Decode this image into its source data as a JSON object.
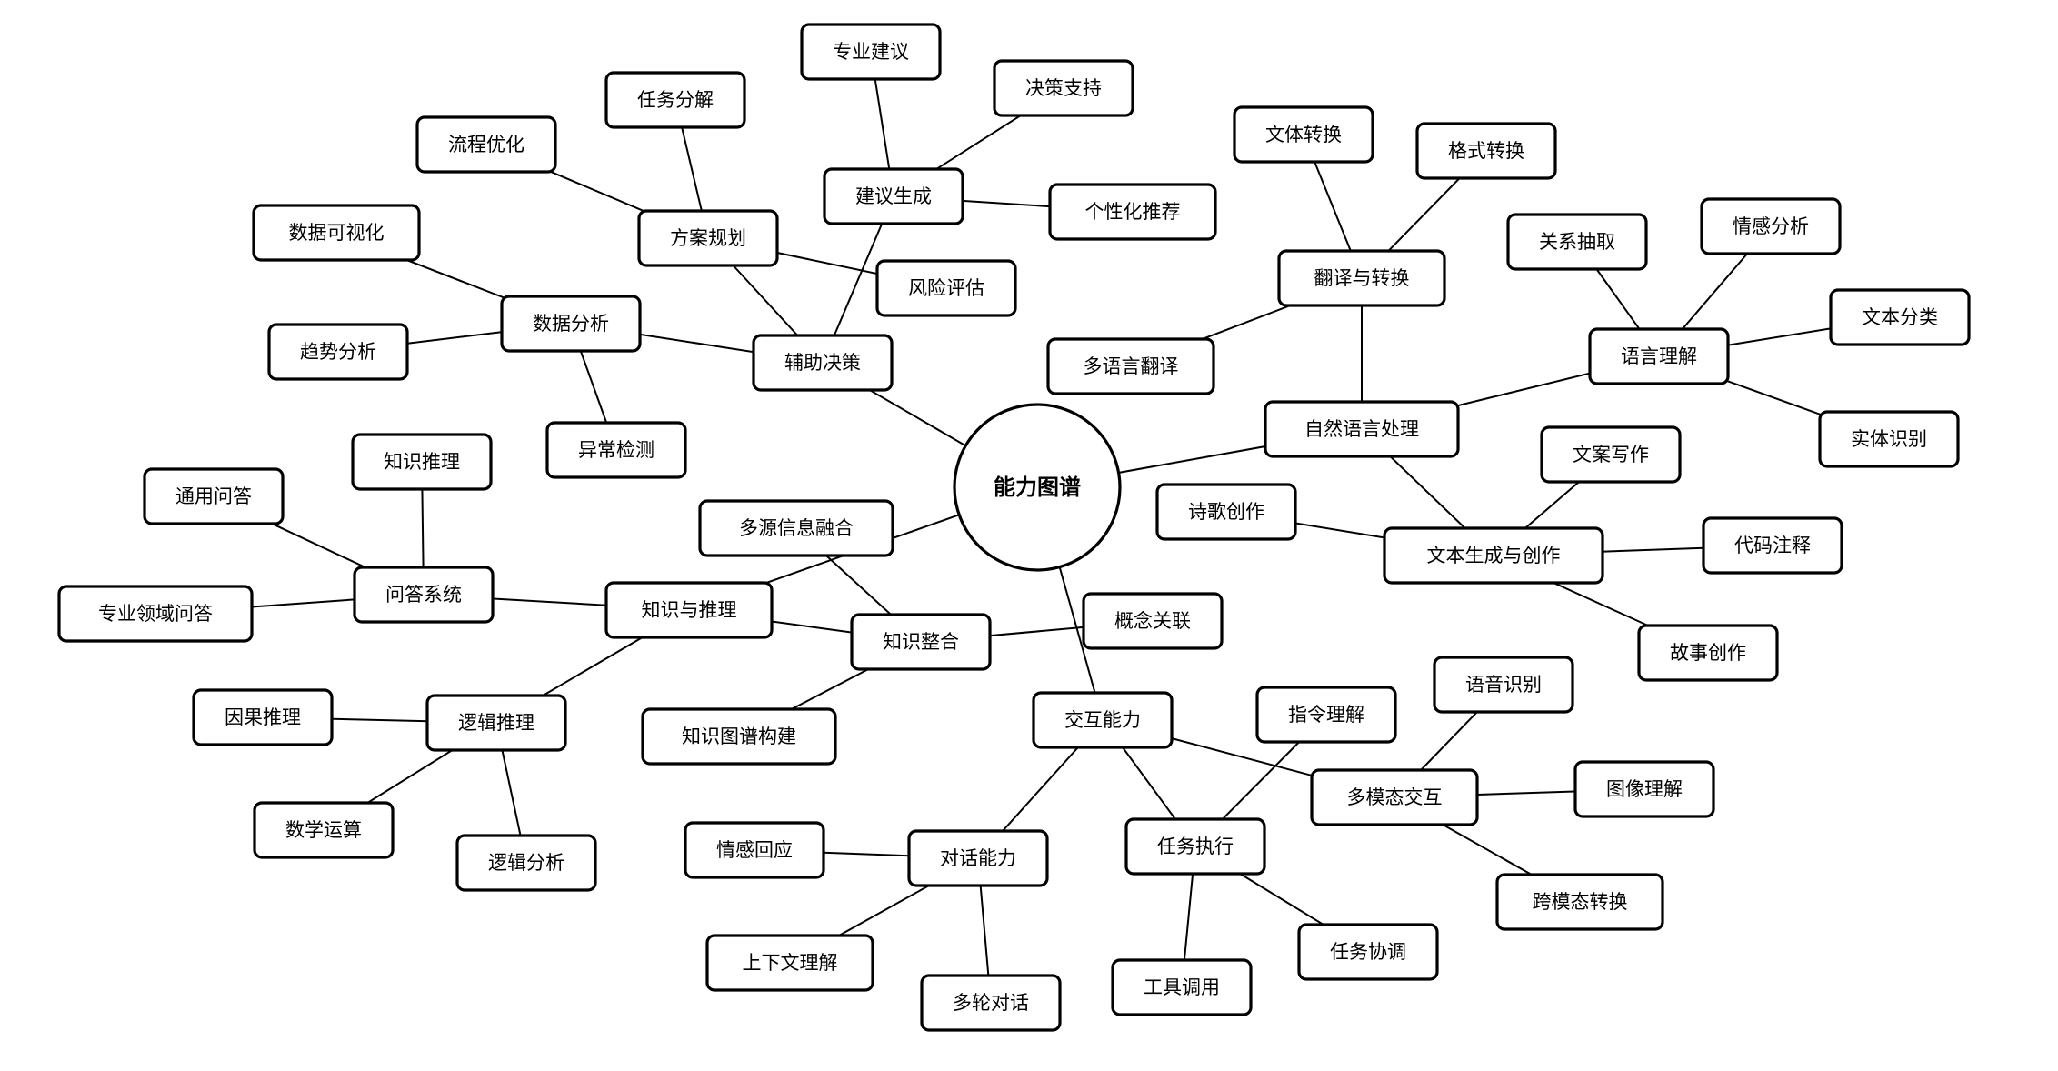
{
  "diagram": {
    "root": "能力图谱",
    "nodes": {
      "root": "能力图谱",
      "nlp": "自然语言处理",
      "lang_understand": "语言理解",
      "relation_extract": "关系抽取",
      "sentiment": "情感分析",
      "text_classify": "文本分类",
      "entity_recognize": "实体识别",
      "translate": "翻译与转换",
      "doc_convert": "文体转换",
      "format_convert": "格式转换",
      "multi_translate": "多语言翻译",
      "text_gen": "文本生成与创作",
      "copywriting": "文案写作",
      "poetry": "诗歌创作",
      "code_comment": "代码注释",
      "story": "故事创作",
      "decision": "辅助决策",
      "suggestion": "建议生成",
      "pro_advice": "专业建议",
      "decision_support": "决策支持",
      "personal_rec": "个性化推荐",
      "risk": "风险评估",
      "planning": "方案规划",
      "task_decomp": "任务分解",
      "process_opt": "流程优化",
      "data_analysis": "数据分析",
      "data_vis": "数据可视化",
      "trend": "趋势分析",
      "anomaly": "异常检测",
      "knowledge": "知识与推理",
      "qa": "问答系统",
      "general_qa": "通用问答",
      "knowledge_reason": "知识推理",
      "domain_qa": "专业领域问答",
      "logic": "逻辑推理",
      "causal": "因果推理",
      "math": "数学运算",
      "logic_analysis": "逻辑分析",
      "integration": "知识整合",
      "multi_source": "多源信息融合",
      "concept": "概念关联",
      "kg_build": "知识图谱构建",
      "interaction": "交互能力",
      "dialogue": "对话能力",
      "emotion_resp": "情感回应",
      "context": "上下文理解",
      "multi_turn": "多轮对话",
      "task_exec": "任务执行",
      "instruction": "指令理解",
      "tool_use": "工具调用",
      "task_coord": "任务协调",
      "multimodal": "多模态交互",
      "speech": "语音识别",
      "image": "图像理解",
      "cross_modal": "跨模态转换"
    },
    "edges": [
      [
        "root",
        "nlp"
      ],
      [
        "root",
        "decision"
      ],
      [
        "root",
        "knowledge"
      ],
      [
        "root",
        "interaction"
      ],
      [
        "nlp",
        "lang_understand"
      ],
      [
        "nlp",
        "translate"
      ],
      [
        "nlp",
        "text_gen"
      ],
      [
        "lang_understand",
        "relation_extract"
      ],
      [
        "lang_understand",
        "sentiment"
      ],
      [
        "lang_understand",
        "text_classify"
      ],
      [
        "lang_understand",
        "entity_recognize"
      ],
      [
        "translate",
        "doc_convert"
      ],
      [
        "translate",
        "format_convert"
      ],
      [
        "translate",
        "multi_translate"
      ],
      [
        "text_gen",
        "copywriting"
      ],
      [
        "text_gen",
        "poetry"
      ],
      [
        "text_gen",
        "code_comment"
      ],
      [
        "text_gen",
        "story"
      ],
      [
        "decision",
        "suggestion"
      ],
      [
        "decision",
        "planning"
      ],
      [
        "decision",
        "data_analysis"
      ],
      [
        "suggestion",
        "pro_advice"
      ],
      [
        "suggestion",
        "decision_support"
      ],
      [
        "suggestion",
        "personal_rec"
      ],
      [
        "planning",
        "task_decomp"
      ],
      [
        "planning",
        "process_opt"
      ],
      [
        "planning",
        "risk"
      ],
      [
        "data_analysis",
        "data_vis"
      ],
      [
        "data_analysis",
        "trend"
      ],
      [
        "data_analysis",
        "anomaly"
      ],
      [
        "knowledge",
        "qa"
      ],
      [
        "knowledge",
        "logic"
      ],
      [
        "knowledge",
        "integration"
      ],
      [
        "qa",
        "general_qa"
      ],
      [
        "qa",
        "knowledge_reason"
      ],
      [
        "qa",
        "domain_qa"
      ],
      [
        "logic",
        "causal"
      ],
      [
        "logic",
        "math"
      ],
      [
        "logic",
        "logic_analysis"
      ],
      [
        "integration",
        "multi_source"
      ],
      [
        "integration",
        "concept"
      ],
      [
        "integration",
        "kg_build"
      ],
      [
        "interaction",
        "dialogue"
      ],
      [
        "interaction",
        "task_exec"
      ],
      [
        "interaction",
        "multimodal"
      ],
      [
        "dialogue",
        "emotion_resp"
      ],
      [
        "dialogue",
        "context"
      ],
      [
        "dialogue",
        "multi_turn"
      ],
      [
        "task_exec",
        "instruction"
      ],
      [
        "task_exec",
        "tool_use"
      ],
      [
        "task_exec",
        "task_coord"
      ],
      [
        "multimodal",
        "speech"
      ],
      [
        "multimodal",
        "image"
      ],
      [
        "multimodal",
        "cross_modal"
      ]
    ]
  }
}
